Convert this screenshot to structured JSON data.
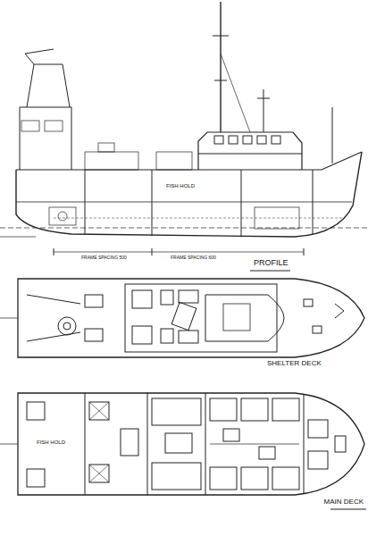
{
  "diagram": {
    "labels": [
      "PROFILE",
      "FRAME SPACING 500",
      "FRAME SPACING 600",
      "FISH HOLD",
      "SHELTER DECK",
      "FISH HOLD",
      "MAIN DECK"
    ]
  }
}
